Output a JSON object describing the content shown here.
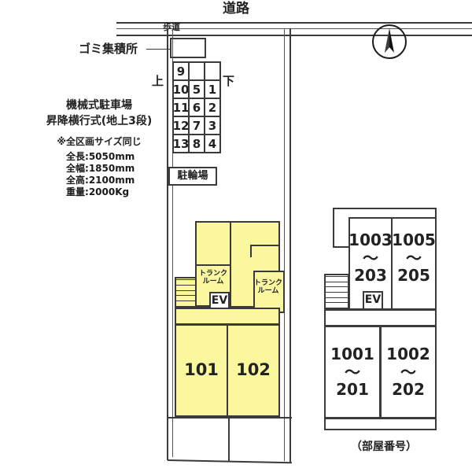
{
  "diagram": {
    "kind": "site-plan",
    "caption": "（部屋番号）",
    "road_label": "道路",
    "sidewalk_label": "歩道",
    "trash_label": "ゴミ集積所",
    "bicycle_parking_label": "駐輪場",
    "direction_in": "上",
    "direction_out": "下",
    "compass": "north-arrow"
  },
  "mechanical_parking": {
    "title_line1": "機械式駐車場",
    "title_line2": "昇降横行式(地上3段)",
    "note": "※全区画サイズ同じ",
    "specs": [
      {
        "label": "全長",
        "value": "5050mm"
      },
      {
        "label": "全幅",
        "value": "1850mm"
      },
      {
        "label": "全高",
        "value": "2100mm"
      },
      {
        "label": "重量",
        "value": "2000Kg"
      }
    ],
    "stall_grid": {
      "rows": [
        [
          "9",
          "",
          ""
        ],
        [
          "10",
          "5",
          "1"
        ],
        [
          "11",
          "6",
          "2"
        ],
        [
          "12",
          "7",
          "3"
        ],
        [
          "13",
          "8",
          "4"
        ]
      ]
    }
  },
  "building_plan": {
    "trunk_room_1": "トランク\nルーム",
    "trunk_room_2": "トランク\nルーム",
    "elevator": "EV",
    "units": [
      {
        "id": "101",
        "label": "101"
      },
      {
        "id": "102",
        "label": "102"
      }
    ]
  },
  "room_number_key": {
    "upper_left": "1003\n〜\n203",
    "upper_right": "1005\n〜\n205",
    "lower_left": "1001\n〜\n201",
    "lower_right": "1002\n〜\n202",
    "elevator": "EV"
  },
  "colors": {
    "unit_fill": "#faf79e",
    "line": "#3a3a3a",
    "text": "#222222",
    "background": "#ffffff"
  }
}
